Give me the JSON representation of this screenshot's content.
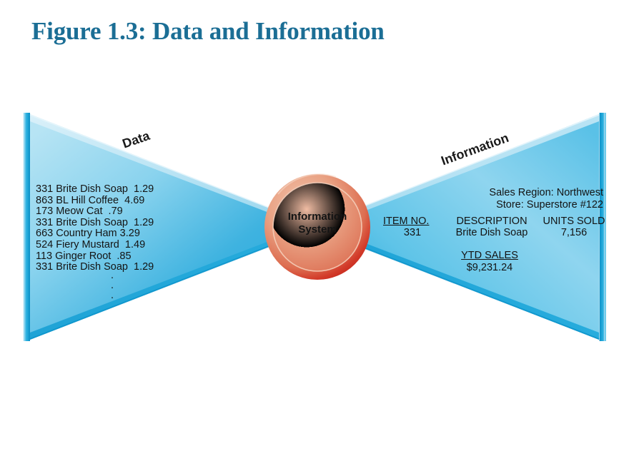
{
  "title": "Figure 1.3: Data and Information",
  "colors": {
    "title": "#1B6E95",
    "funnel_light": "#AEDFF2",
    "funnel_mid": "#5FC4E8",
    "funnel_deep": "#1FA4D6",
    "funnel_edge": "#0E95CC",
    "sphere_light": "#EFB69A",
    "sphere_mid": "#E4876A",
    "sphere_deep": "#CC2A21",
    "text": "#141414"
  },
  "left_funnel": {
    "label": "Data",
    "rows": [
      "331 Brite Dish Soap  1.29",
      "863 BL Hill Coffee  4.69",
      "173 Meow Cat  .79",
      "331 Brite Dish Soap  1.29",
      "663 Country Ham 3.29",
      "524 Fiery Mustard  1.49",
      "113 Ginger Root  .85",
      "331 Brite Dish Soap  1.29"
    ],
    "ellipsis": [
      ".",
      ".",
      "."
    ]
  },
  "center": {
    "line1": "Information",
    "line2": "System"
  },
  "right_funnel": {
    "label": "Information",
    "header": [
      "Sales Region: Northwest",
      "Store: Superstore #122"
    ],
    "table": {
      "columns": [
        "ITEM NO.",
        "DESCRIPTION",
        "UNITS SOLD"
      ],
      "rows": [
        [
          "331",
          "Brite Dish Soap",
          "7,156"
        ]
      ]
    },
    "ytd_label": "YTD SALES",
    "ytd_value": "$9,231.24"
  }
}
